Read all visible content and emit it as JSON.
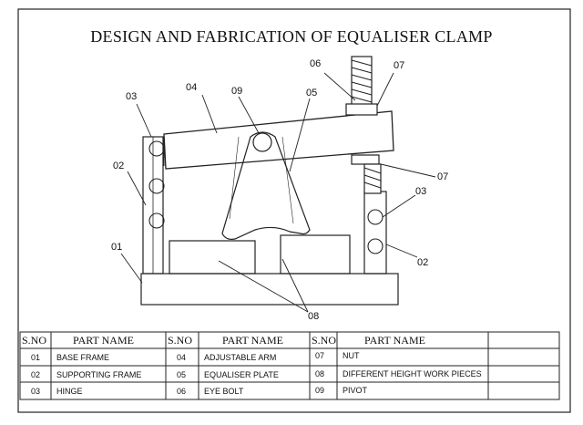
{
  "title": "DESIGN AND FABRICATION OF EQUALISER CLAMP",
  "callouts": [
    "01",
    "02",
    "03",
    "04",
    "05",
    "06",
    "07",
    "07",
    "08",
    "09",
    "03",
    "02"
  ],
  "table": {
    "headers": [
      "S.NO",
      "PART NAME",
      "S.NO",
      "PART NAME",
      "S.NO",
      "PART NAME"
    ],
    "rows": [
      [
        "01",
        "BASE FRAME",
        "04",
        "ADJUSTABLE ARM",
        "07",
        "NUT"
      ],
      [
        "02",
        "SUPPORTING FRAME",
        "05",
        "EQUALISER PLATE",
        "08",
        "DIFFERENT HEIGHT WORK PIECES"
      ],
      [
        "03",
        "HINGE",
        "06",
        "EYE BOLT",
        "09",
        "PIVOT"
      ]
    ]
  }
}
